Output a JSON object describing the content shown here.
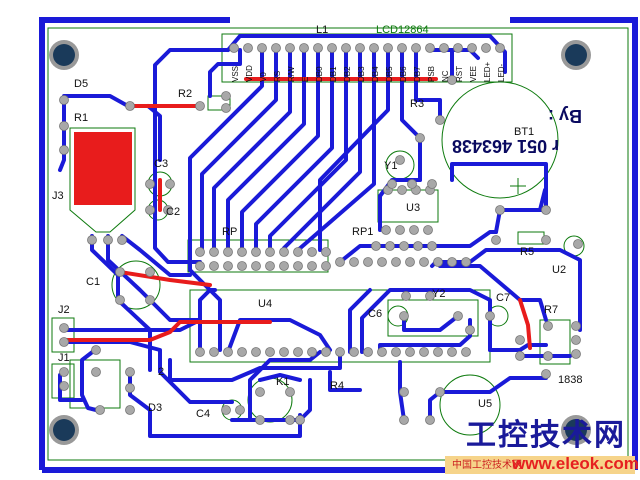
{
  "board": {
    "colors": {
      "outline": "#1a1ad8",
      "trace_bottom": "#1a1ad8",
      "trace_top": "#e81c1c",
      "silk": "#0d7a0d",
      "pad": "#a8a8a8",
      "hole": "#1a3a5a",
      "copper_fill": "#e81c1c"
    }
  },
  "labels": {
    "l1": "L1",
    "lcd": "LCD12864",
    "d5": "D5",
    "r1": "R1",
    "j3": "J3",
    "r2": "R2",
    "c3": "C3",
    "c2": "C2",
    "c1": "C1",
    "rp": "RP",
    "r3": "R3",
    "y1": "Y1",
    "u3": "U3",
    "rp1": "RP1",
    "bt1": "BT1",
    "r5": "R5",
    "u2": "U2",
    "j2": "J2",
    "j1": "J1",
    "u4": "U4",
    "y2": "Y2",
    "c6": "C6",
    "c7": "C7",
    "r7": "R7",
    "k1": "K1",
    "r4": "R4",
    "c4": "C4",
    "d3": "D3",
    "d2": "2",
    "u5": "U5",
    "num1838": "1838",
    "battery_text": "r 051 463438",
    "battery_by": "By :",
    "lcd_pins": [
      "VSS",
      "VDD",
      "V0",
      "RS",
      "R/W",
      "E",
      "DB0",
      "DB1",
      "DB2",
      "DB3",
      "DB4",
      "DB5",
      "DB6",
      "DB7",
      "PSB",
      "NC",
      "RST",
      "VEE",
      "LED+",
      "LED-"
    ]
  },
  "watermark": {
    "cn": "工控技术网",
    "url": "www.eleok.com",
    "tag": "中国工控技术网"
  }
}
